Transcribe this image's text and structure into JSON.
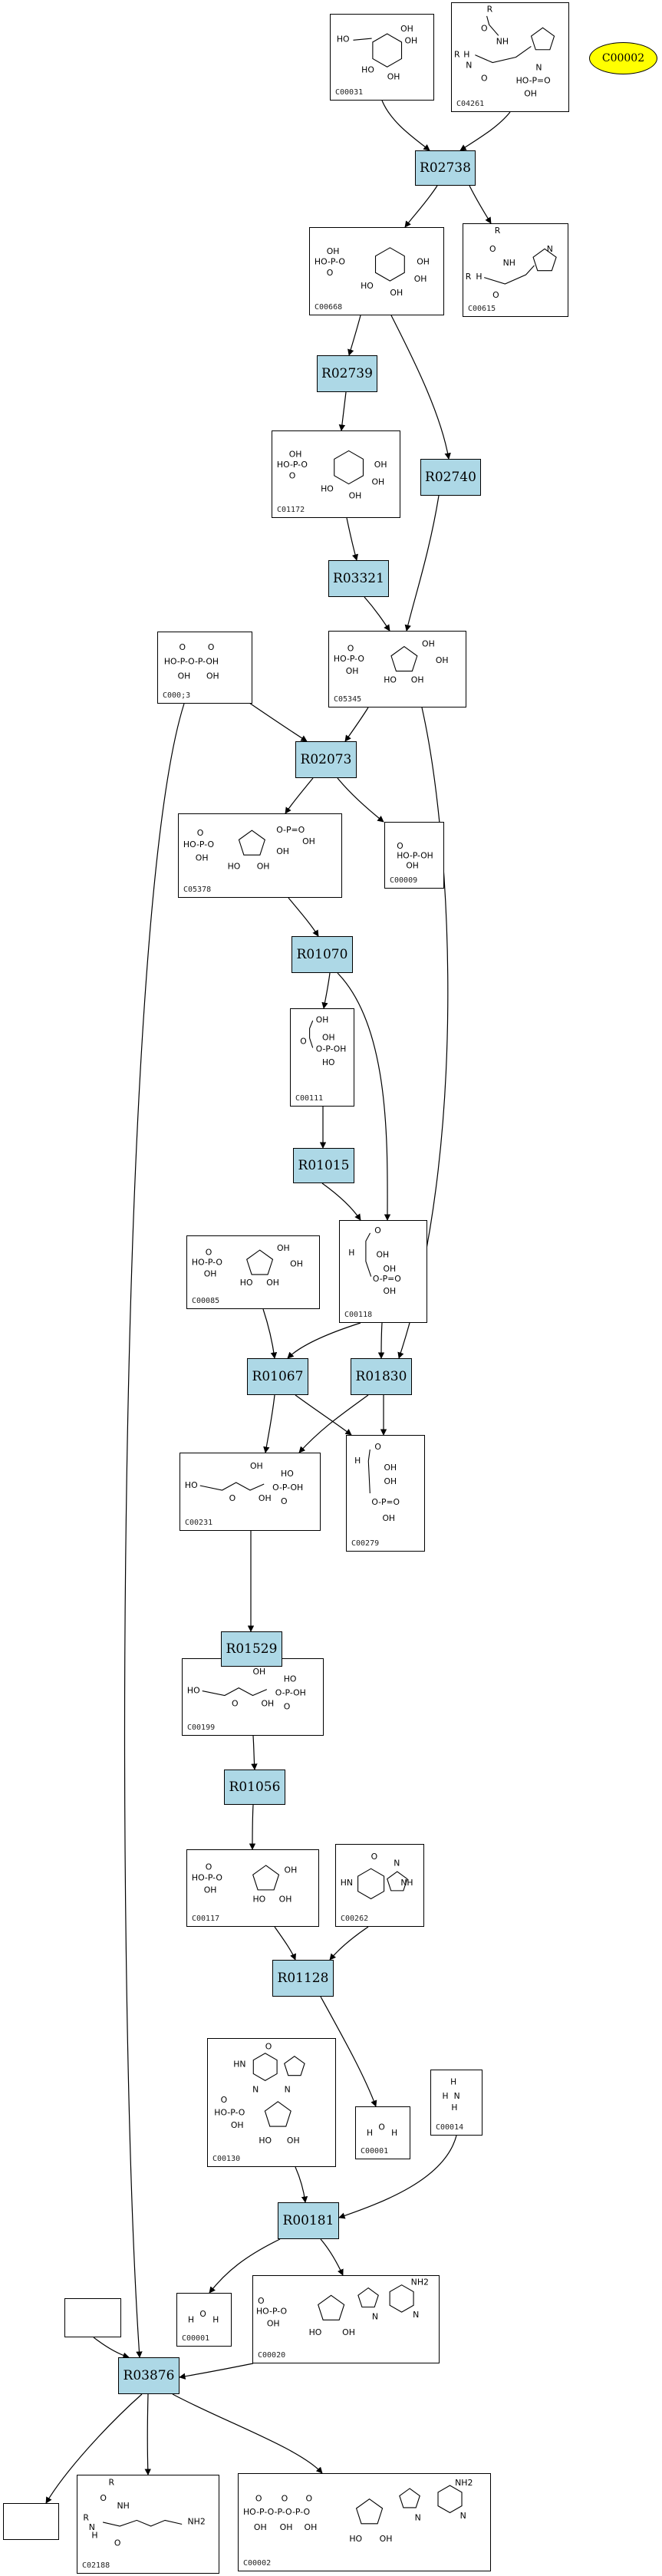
{
  "special": {
    "label": "C00002",
    "color": "#ffff00"
  },
  "reactions": [
    {
      "id": "r1",
      "label": "R02738"
    },
    {
      "id": "r2",
      "label": "R02739"
    },
    {
      "id": "r3",
      "label": "R02740"
    },
    {
      "id": "r4",
      "label": "R03321"
    },
    {
      "id": "r5",
      "label": "R02073"
    },
    {
      "id": "r6",
      "label": "R01070"
    },
    {
      "id": "r7",
      "label": "R01015"
    },
    {
      "id": "r8",
      "label": "R01067"
    },
    {
      "id": "r9",
      "label": "R01830"
    },
    {
      "id": "r10",
      "label": "R01529"
    },
    {
      "id": "r11",
      "label": "R01056"
    },
    {
      "id": "r12",
      "label": "R01128"
    },
    {
      "id": "r13",
      "label": "R00181"
    },
    {
      "id": "r14",
      "label": "R03876"
    }
  ],
  "compounds": [
    {
      "id": "c1",
      "label": "C00031",
      "mol": "pyranose"
    },
    {
      "id": "c2",
      "label": "C04261",
      "mol": "histidine-p"
    },
    {
      "id": "c3",
      "label": "C00668",
      "mol": "pyranose-p"
    },
    {
      "id": "c4",
      "label": "C00615",
      "mol": "histidine"
    },
    {
      "id": "c5",
      "label": "C01172",
      "mol": "pyranose-p"
    },
    {
      "id": "c6",
      "label": "C000;3",
      "mol": "pyrophosphate"
    },
    {
      "id": "c7",
      "label": "C05345",
      "mol": "furanose-p"
    },
    {
      "id": "c8",
      "label": "C05378",
      "mol": "furanose-pp"
    },
    {
      "id": "c9",
      "label": "C00009",
      "mol": "phosphate"
    },
    {
      "id": "c10",
      "label": "C00111",
      "mol": "dhap"
    },
    {
      "id": "c11",
      "label": "C00085",
      "mol": "furanose-p"
    },
    {
      "id": "c12",
      "label": "C00118",
      "mol": "gap"
    },
    {
      "id": "c13",
      "label": "C00231",
      "mol": "ketochain"
    },
    {
      "id": "c14",
      "label": "C00279",
      "mol": "erythrose"
    },
    {
      "id": "c15",
      "label": "C00199",
      "mol": "ketochain"
    },
    {
      "id": "c16",
      "label": "C00117",
      "mol": "ribose-p"
    },
    {
      "id": "c17",
      "label": "C00262",
      "mol": "hypoxanthine"
    },
    {
      "id": "c18",
      "label": "C00130",
      "mol": "imp"
    },
    {
      "id": "c19",
      "label": "C00001",
      "mol": "water"
    },
    {
      "id": "c20",
      "label": "C00014",
      "mol": "ammonia"
    },
    {
      "id": "c21",
      "label": "C00001",
      "mol": "water"
    },
    {
      "id": "c22",
      "label": "C00020",
      "mol": "amp"
    },
    {
      "id": "c23",
      "label": "",
      "mol": "empty"
    },
    {
      "id": "c24",
      "label": "",
      "mol": "empty"
    },
    {
      "id": "c25",
      "label": "C02188",
      "mol": "lysine"
    },
    {
      "id": "c26",
      "label": "C00002",
      "mol": "atp"
    }
  ]
}
